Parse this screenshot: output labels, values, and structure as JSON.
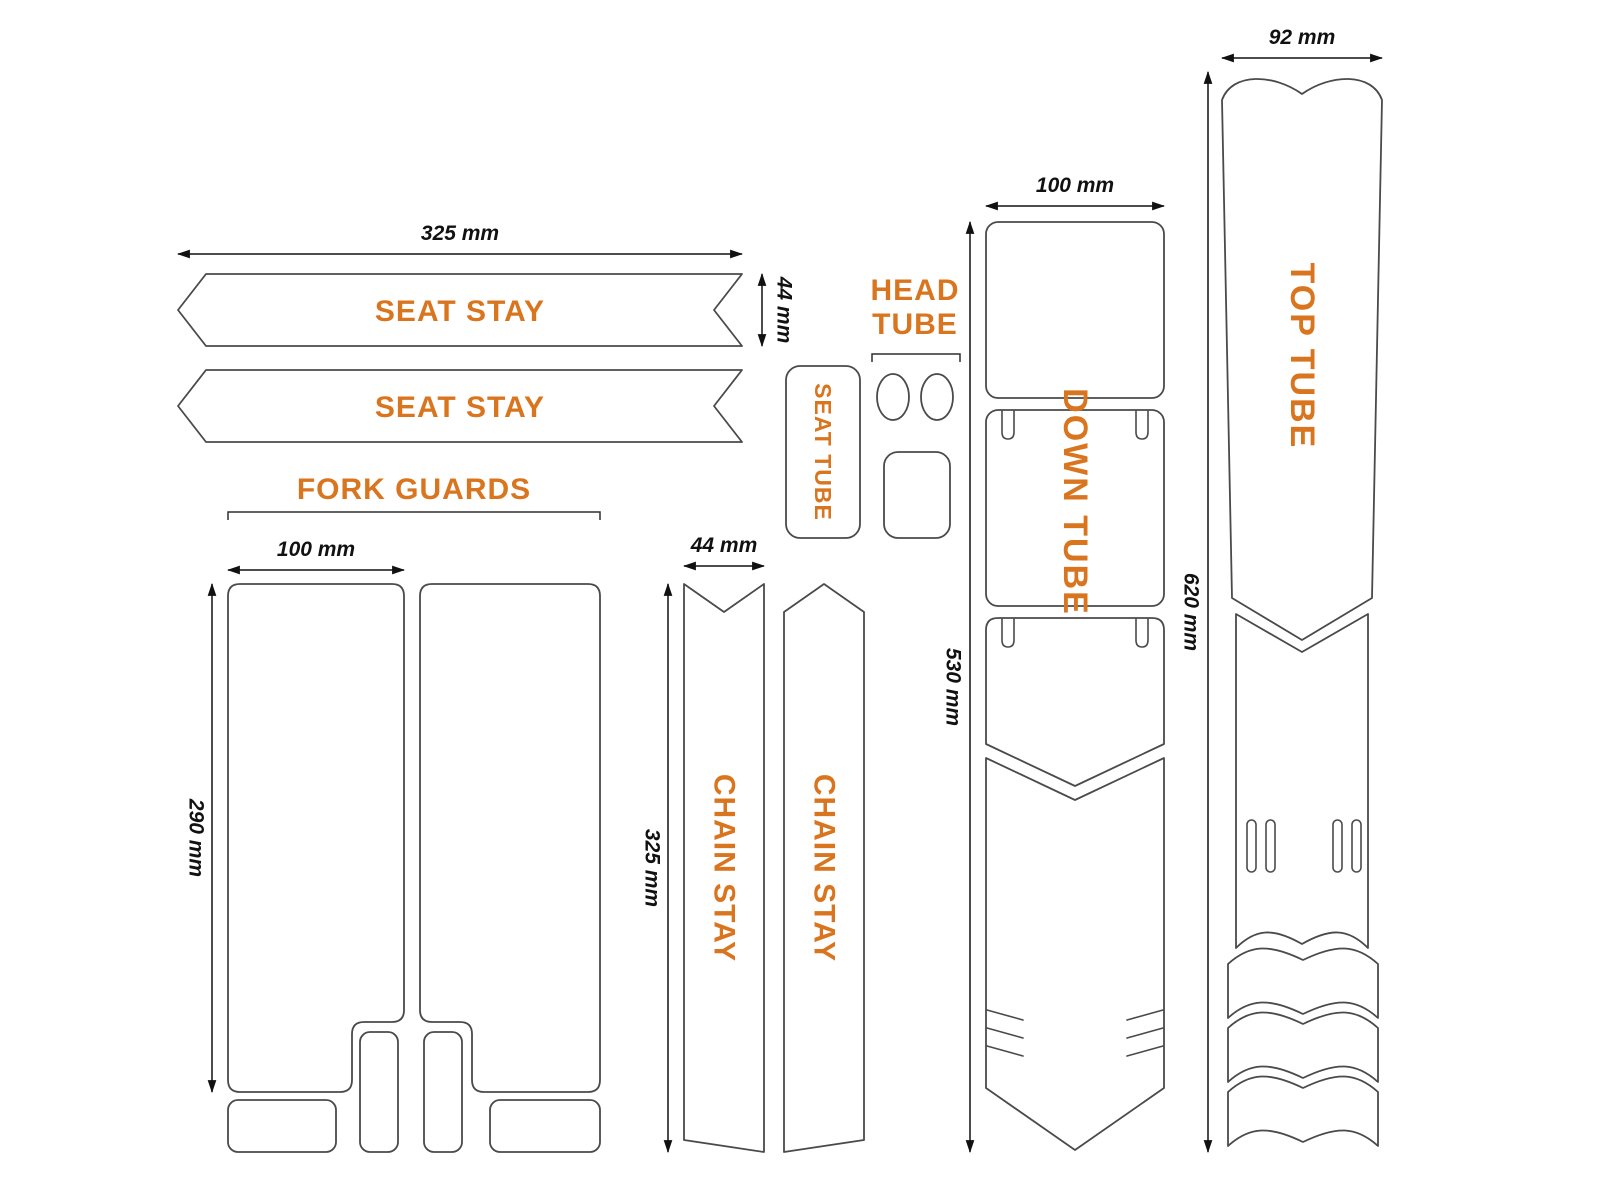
{
  "diagram": {
    "colors": {
      "accent": "#D9751E",
      "outline": "#4A4A4A",
      "dimension_text": "#111111",
      "background": "#FFFFFF"
    },
    "seat_stay": {
      "label_1": "SEAT STAY",
      "label_2": "SEAT STAY",
      "length": "325 mm",
      "width": "44 mm"
    },
    "fork_guards": {
      "title": "FORK GUARDS",
      "width": "100 mm",
      "height": "290 mm"
    },
    "seat_tube": {
      "label": "SEAT TUBE"
    },
    "head_tube": {
      "label_line1": "HEAD",
      "label_line2": "TUBE"
    },
    "chain_stay": {
      "label_1": "CHAIN STAY",
      "label_2": "CHAIN STAY",
      "width": "44 mm",
      "length": "325 mm"
    },
    "down_tube": {
      "label": "DOWN TUBE",
      "width": "100 mm",
      "length": "530 mm"
    },
    "top_tube": {
      "label": "TOP TUBE",
      "width": "92 mm",
      "length": "620 mm"
    }
  }
}
